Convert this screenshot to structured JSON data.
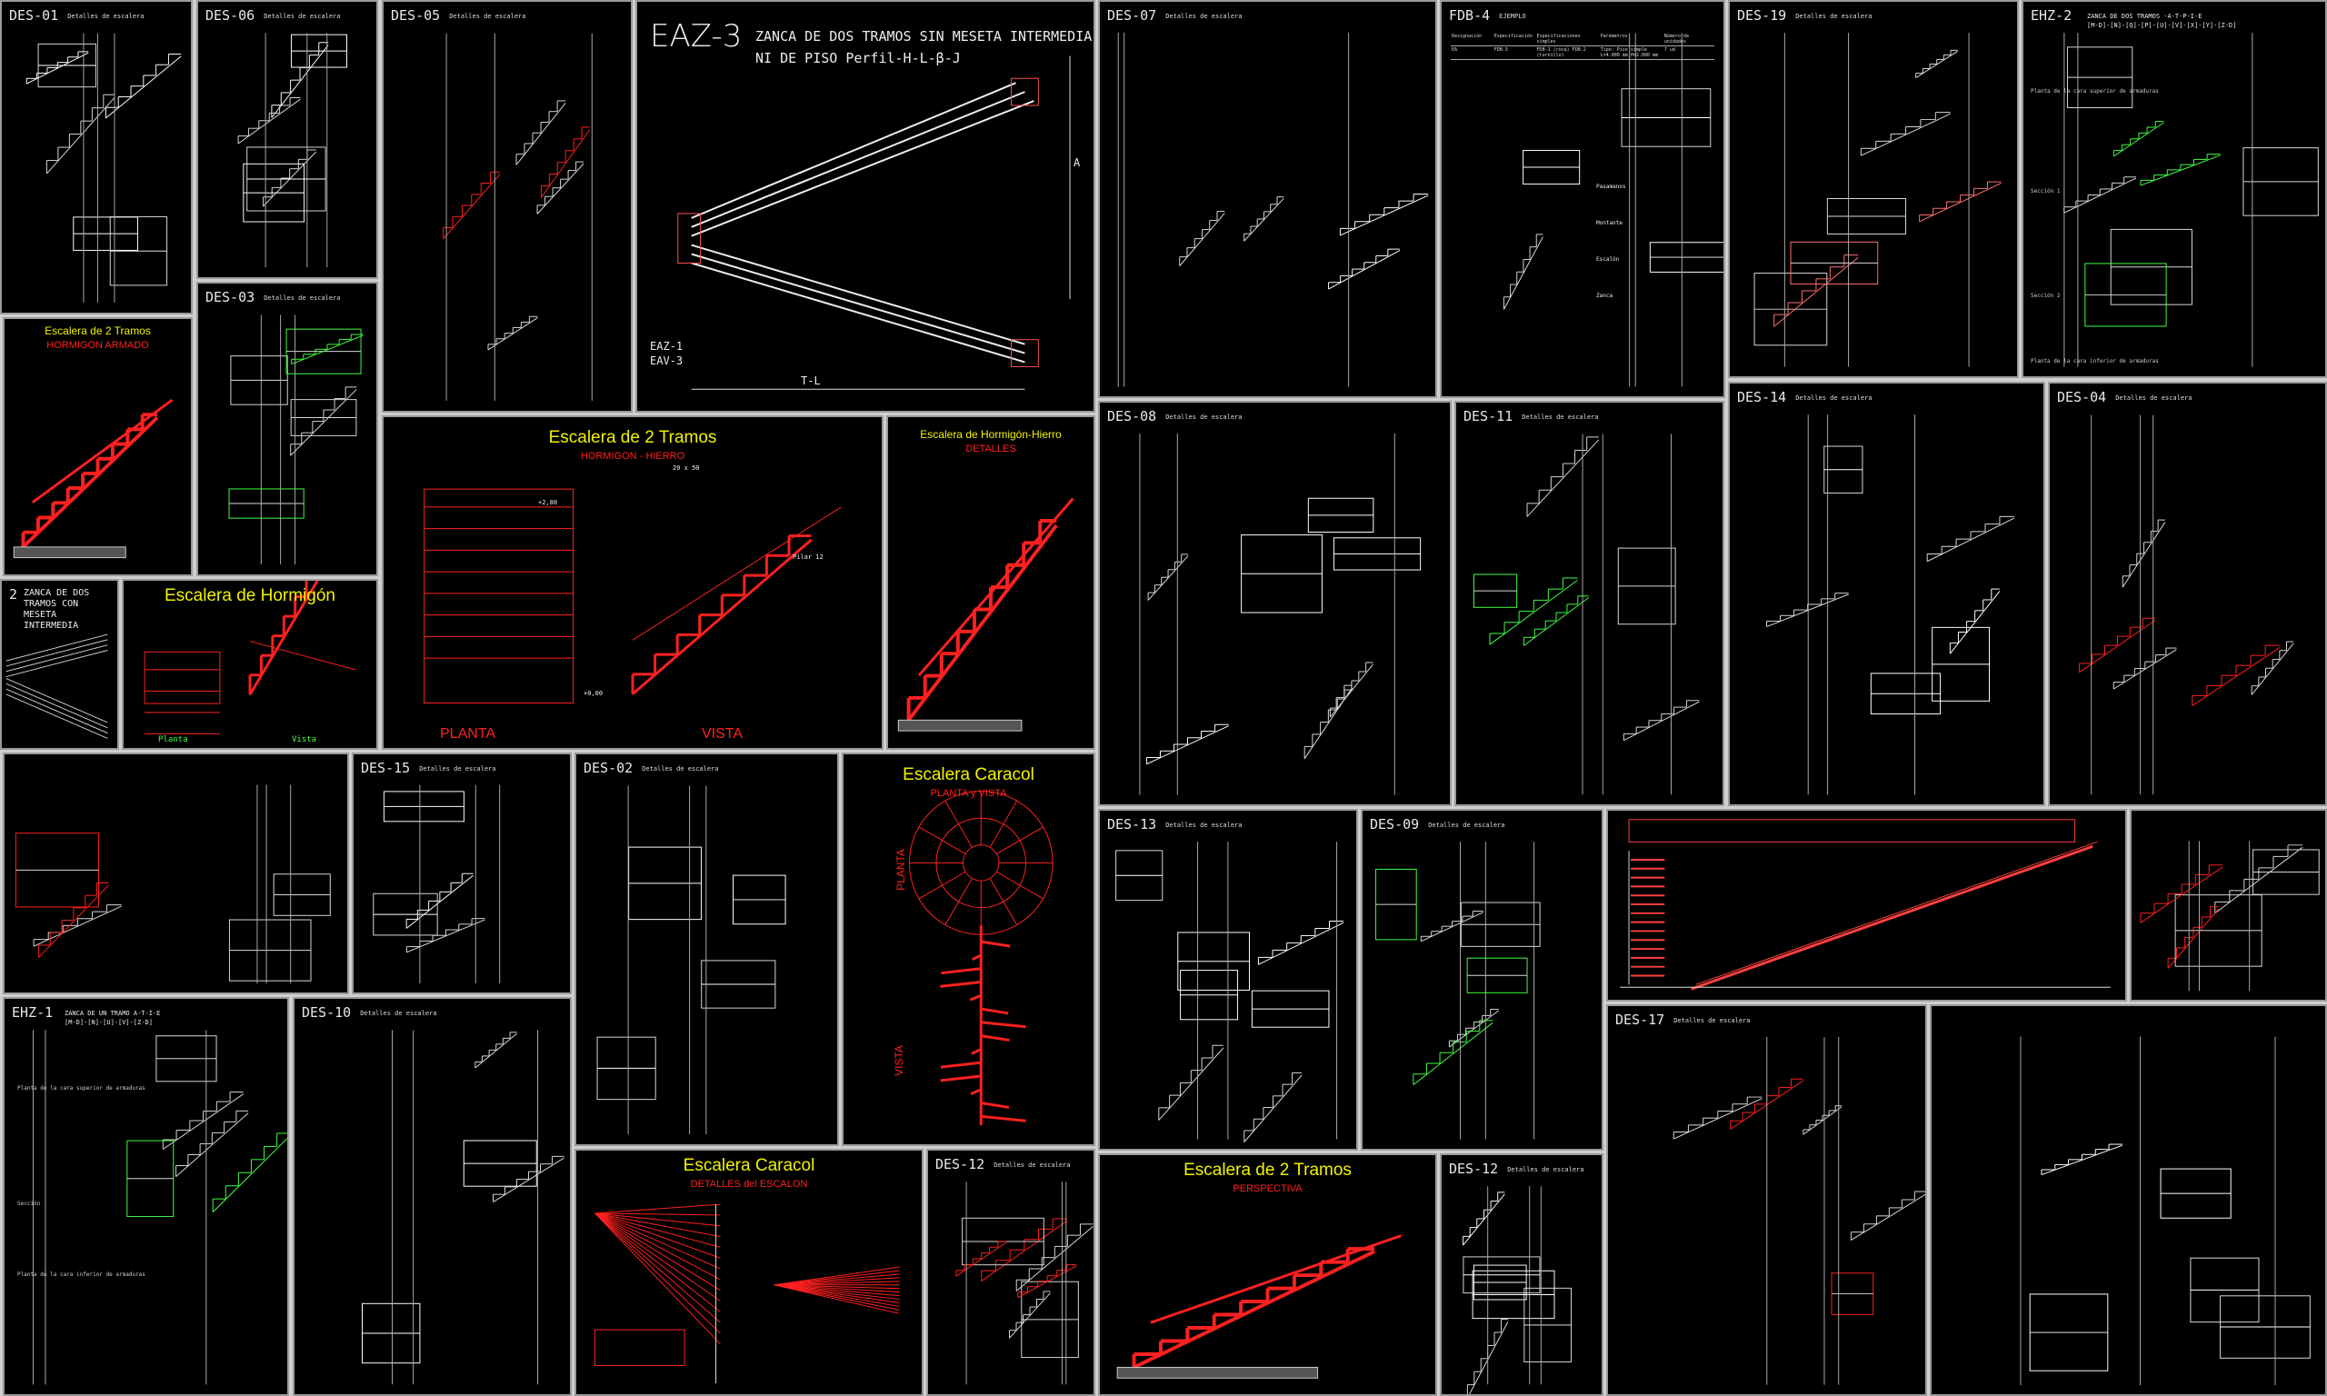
{
  "sheet_subtitle": "Detalles de escalera",
  "panels": [
    {
      "id": "des-01",
      "code": "DES-01",
      "kind": "details"
    },
    {
      "id": "des-06",
      "code": "DES-06",
      "kind": "details"
    },
    {
      "id": "des-05",
      "code": "DES-05",
      "kind": "details-red"
    },
    {
      "id": "eaz-3",
      "code": "EAZ-3",
      "title": "ZANCA DE DOS TRAMOS SIN MESETA INTERMEDIA",
      "title2": "NI DE PISO    Perfil-H-L-β-J",
      "labels": [
        "EAZ-1",
        "EAV-3",
        "T-L",
        "A"
      ],
      "kind": "zigzag"
    },
    {
      "id": "des-07",
      "code": "DES-07",
      "kind": "details"
    },
    {
      "id": "fdb-4",
      "code": "FDB-4",
      "subtitle": "EJEMPLO",
      "table_headers": [
        "Designación",
        "Especificación",
        "Especificaciones simples",
        "Parámetros",
        "Número de unidades"
      ],
      "table_row": [
        "EA",
        "FDB-3",
        "FDB-1 (roca) FDB-2 (tornillo)",
        "Tipo: Piso simple L=4.000 mm H=2.000 mm",
        "7 ud"
      ],
      "labels": [
        "Pasamanos",
        "Montante",
        "Escalón",
        "Zanca"
      ],
      "kind": "details"
    },
    {
      "id": "des-19",
      "code": "DES-19",
      "kind": "pink"
    },
    {
      "id": "ehz-2",
      "code": "EHZ-2",
      "title": "ZANCA DE DOS TRAMOS -A-T-P-I-E",
      "title2": "[M-D]-[N]-[Q]-[P]-[U]-[V]-[X]-[Y]-[Z-D]",
      "labels": [
        "Planta de la cara superior de armaduras",
        "Sección 1",
        "Sección 2",
        "Planta de la cara inferior de armaduras"
      ],
      "kind": "green"
    },
    {
      "id": "des-03",
      "code": "DES-03",
      "kind": "details-green"
    },
    {
      "id": "esc-2t-ha",
      "title": "Escalera de 2 Tramos",
      "subtitle": "HORMIGON ARMADO",
      "kind": "red-solid"
    },
    {
      "id": "eaz-2",
      "code": "2",
      "title": "ZANCA DE DOS TRAMOS CON MESETA INTERMEDIA",
      "kind": "zigzag-small"
    },
    {
      "id": "esc-hormigon",
      "title": "Escalera de Hormigón",
      "labels": [
        "Planta",
        "Vista"
      ],
      "kind": "red-plan"
    },
    {
      "id": "esc-2t-hh",
      "title": "Escalera de 2 Tramos",
      "subtitle": "HORMIGON - HIERRO",
      "labels": [
        "PLANTA",
        "VISTA",
        "20 x 50",
        "Pilar 12",
        "+0,00",
        "+2,80"
      ],
      "kind": "red-plan"
    },
    {
      "id": "esc-hh-det",
      "title": "Escalera de Hormigón-Hierro",
      "subtitle": "DETALLES",
      "kind": "red-solid"
    },
    {
      "id": "des-08",
      "code": "DES-08",
      "kind": "details"
    },
    {
      "id": "des-11",
      "code": "DES-11",
      "kind": "details-green"
    },
    {
      "id": "des-14",
      "code": "DES-14",
      "kind": "details"
    },
    {
      "id": "des-04",
      "code": "DES-04",
      "kind": "details-red"
    },
    {
      "id": "untitled-1",
      "kind": "details-red"
    },
    {
      "id": "des-15",
      "code": "DES-15",
      "kind": "details"
    },
    {
      "id": "des-02",
      "code": "DES-02",
      "kind": "details"
    },
    {
      "id": "caracol-pv",
      "title": "Escalera Caracol",
      "subtitle": "PLANTA y VISTA",
      "labels": [
        "PLANTA",
        "VISTA"
      ],
      "kind": "spiral"
    },
    {
      "id": "des-13",
      "code": "DES-13",
      "kind": "details"
    },
    {
      "id": "des-09",
      "code": "DES-09",
      "kind": "details-green"
    },
    {
      "id": "untitled-2",
      "kind": "long-stair"
    },
    {
      "id": "untitled-3",
      "kind": "details-red"
    },
    {
      "id": "ehz-1",
      "code": "EHZ-1",
      "title": "ZANCA DE UN TRAMO  A-T-I-E",
      "title2": "[M-D]-[N]-[U]-[V]-[Z-D]",
      "labels": [
        "Planta de la cara superior de armaduras",
        "Sección",
        "Planta de la cara inferior de armaduras"
      ],
      "kind": "green"
    },
    {
      "id": "des-10",
      "code": "DES-10",
      "kind": "details"
    },
    {
      "id": "caracol-det",
      "title": "Escalera Caracol",
      "subtitle": "DETALLES del ESCALON",
      "kind": "fan"
    },
    {
      "id": "des-12a",
      "code": "DES-12",
      "kind": "details-red"
    },
    {
      "id": "esc-2t-persp",
      "title": "Escalera de 2 Tramos",
      "subtitle": "PERSPECTIVA",
      "kind": "red-solid"
    },
    {
      "id": "des-12b",
      "code": "DES-12",
      "kind": "details"
    },
    {
      "id": "des-17",
      "code": "DES-17",
      "kind": "details-red"
    },
    {
      "id": "untitled-4",
      "kind": "details"
    }
  ]
}
